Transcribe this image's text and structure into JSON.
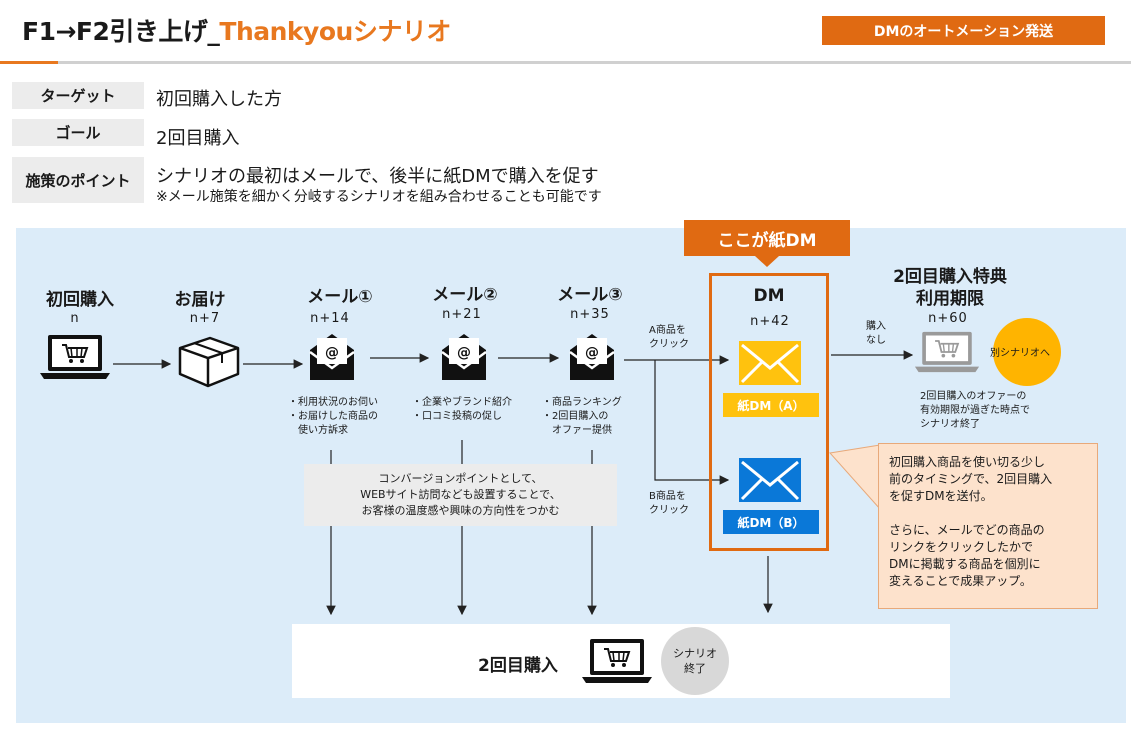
{
  "header": {
    "title_main": "F1→F2引き上げ_",
    "title_accent": "Thankyouシナリオ",
    "badge": "DMのオートメーション発送"
  },
  "info": {
    "target_label": "ターゲット",
    "target_value": "初回購入した方",
    "goal_label": "ゴール",
    "goal_value": "2回目購入",
    "point_label": "施策のポイント",
    "point_value": "シナリオの最初はメールで、後半に紙DMで購入を促す",
    "point_note": "※メール施策を細かく分岐するシナリオを組み合わせることも可能です"
  },
  "flow": {
    "first_purchase": {
      "title": "初回購入",
      "day": "n"
    },
    "delivery": {
      "title": "お届け",
      "day": "n+7"
    },
    "mail1": {
      "title": "メール①",
      "day": "n+14",
      "bullets": [
        "・利用状況のお伺い",
        "・お届けした商品の",
        "　使い方訴求"
      ]
    },
    "mail2": {
      "title": "メール②",
      "day": "n+21",
      "bullets": [
        "・企業やブランド紹介",
        "・口コミ投稿の促し"
      ]
    },
    "mail3": {
      "title": "メール③",
      "day": "n+35",
      "bullets": [
        "・商品ランキング",
        "・2回目購入の",
        "　オファー提供"
      ]
    },
    "branch_a": [
      "A商品を",
      "クリック"
    ],
    "branch_b": [
      "B商品を",
      "クリック"
    ],
    "dm_callout": "ここが紙DM",
    "dm": {
      "title": "DM",
      "day": "n+42",
      "tag_a": "紙DM（A）",
      "tag_b": "紙DM（B）"
    },
    "no_purchase": [
      "購入",
      "なし"
    ],
    "expiry": {
      "title_line1": "2回目購入特典",
      "title_line2": "利用期限",
      "day": "n+60",
      "other": "別シナリオへ",
      "note": [
        "2回目購入のオファーの",
        "有効期限が過ぎた時点で",
        "シナリオ終了"
      ]
    },
    "conversion_note": [
      "コンバージョンポイントとして、",
      "WEBサイト訪問なども設置することで、",
      "お客様の温度感や興味の方向性をつかむ"
    ],
    "dm_note": [
      "初回購入商品を使い切る少し",
      "前のタイミングで、2回目購入",
      "を促すDMを送付。",
      "",
      "さらに、メールでどの商品の",
      "リンクをクリックしたかで",
      "DMに掲載する商品を個別に",
      "変えることで成果アップ。"
    ],
    "second_purchase": "2回目購入",
    "end": [
      "シナリオ",
      "終了"
    ]
  },
  "colors": {
    "accent": "#e8781f",
    "badge": "#e06a12",
    "panel": "#dcecf9",
    "dm_yellow": "#ffc20e",
    "dm_blue": "#0a78d8",
    "other_circle": "#ffb400"
  },
  "icons": [
    "laptop-cart-icon",
    "package-box-icon",
    "open-mail-icon",
    "envelope-icon"
  ]
}
